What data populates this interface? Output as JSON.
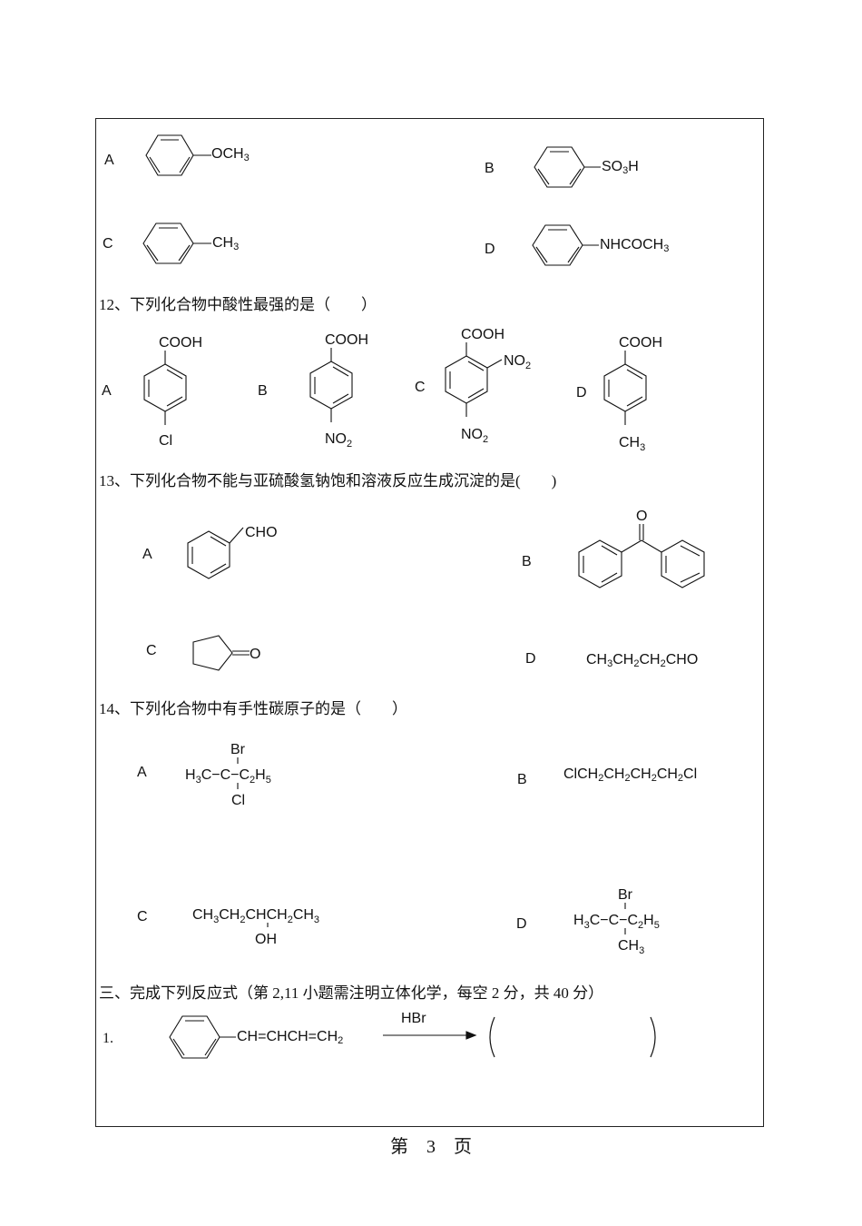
{
  "question_11_options": {
    "A": {
      "label": "A",
      "substituent": "OCH",
      "sub": "3"
    },
    "B": {
      "label": "B",
      "substituent": "SO",
      "sub": "3",
      "tail": "H"
    },
    "C": {
      "label": "C",
      "substituent": "CH",
      "sub": "3"
    },
    "D": {
      "label": "D",
      "substituent": "NHCOCH",
      "sub": "3"
    }
  },
  "question_12": {
    "text": "12、下列化合物中酸性最强的是（　　）",
    "options": {
      "A": {
        "label": "A",
        "top": "COOH",
        "bottom": "Cl"
      },
      "B": {
        "label": "B",
        "top": "COOH",
        "bottom": "NO",
        "bottom_sub": "2"
      },
      "C": {
        "label": "C",
        "top": "COOH",
        "ortho": "NO",
        "ortho_sub": "2",
        "bottom": "NO",
        "bottom_sub": "2"
      },
      "D": {
        "label": "D",
        "top": "COOH",
        "bottom": "CH",
        "bottom_sub": "3"
      }
    }
  },
  "question_13": {
    "text": "13、下列化合物不能与亚硫酸氢钠饱和溶液反应生成沉淀的是(　　)",
    "options": {
      "A": {
        "label": "A",
        "group": "CHO"
      },
      "B": {
        "label": "B",
        "group": "O"
      },
      "C": {
        "label": "C",
        "group": "O"
      },
      "D": {
        "label": "D",
        "formula": [
          "CH",
          "3",
          "CH",
          "2",
          "CH",
          "2",
          "CHO"
        ]
      }
    }
  },
  "question_14": {
    "text": "14、下列化合物中有手性碳原子的是（　　）",
    "options": {
      "A": {
        "label": "A",
        "top": "Br",
        "left": "H",
        "left_sub": "3",
        "left_tail": "C",
        "center": "C",
        "right": "C",
        "right_sub": "2",
        "right_tail": "H",
        "right_sub2": "5",
        "bottom": "Cl"
      },
      "B": {
        "label": "B",
        "formula": "ClCH2CH2CH2CH2Cl"
      },
      "C": {
        "label": "C",
        "formula": "CH3CH2CHCH2CH3",
        "branch": "OH"
      },
      "D": {
        "label": "D",
        "top": "Br",
        "center": "C",
        "bottom": "CH",
        "bottom_sub": "3"
      }
    }
  },
  "section_3": {
    "heading": "三、完成下列反应式（第 2,11 小题需注明立体化学，每空 2 分，共 40 分）",
    "reaction_1": {
      "number": "1.",
      "reactant_chain": "CH=CHCH=CH",
      "reactant_sub": "2",
      "reagent": "HBr",
      "answer_blank": ""
    }
  },
  "footer": {
    "prefix": "第",
    "page": "3",
    "suffix": "页"
  }
}
